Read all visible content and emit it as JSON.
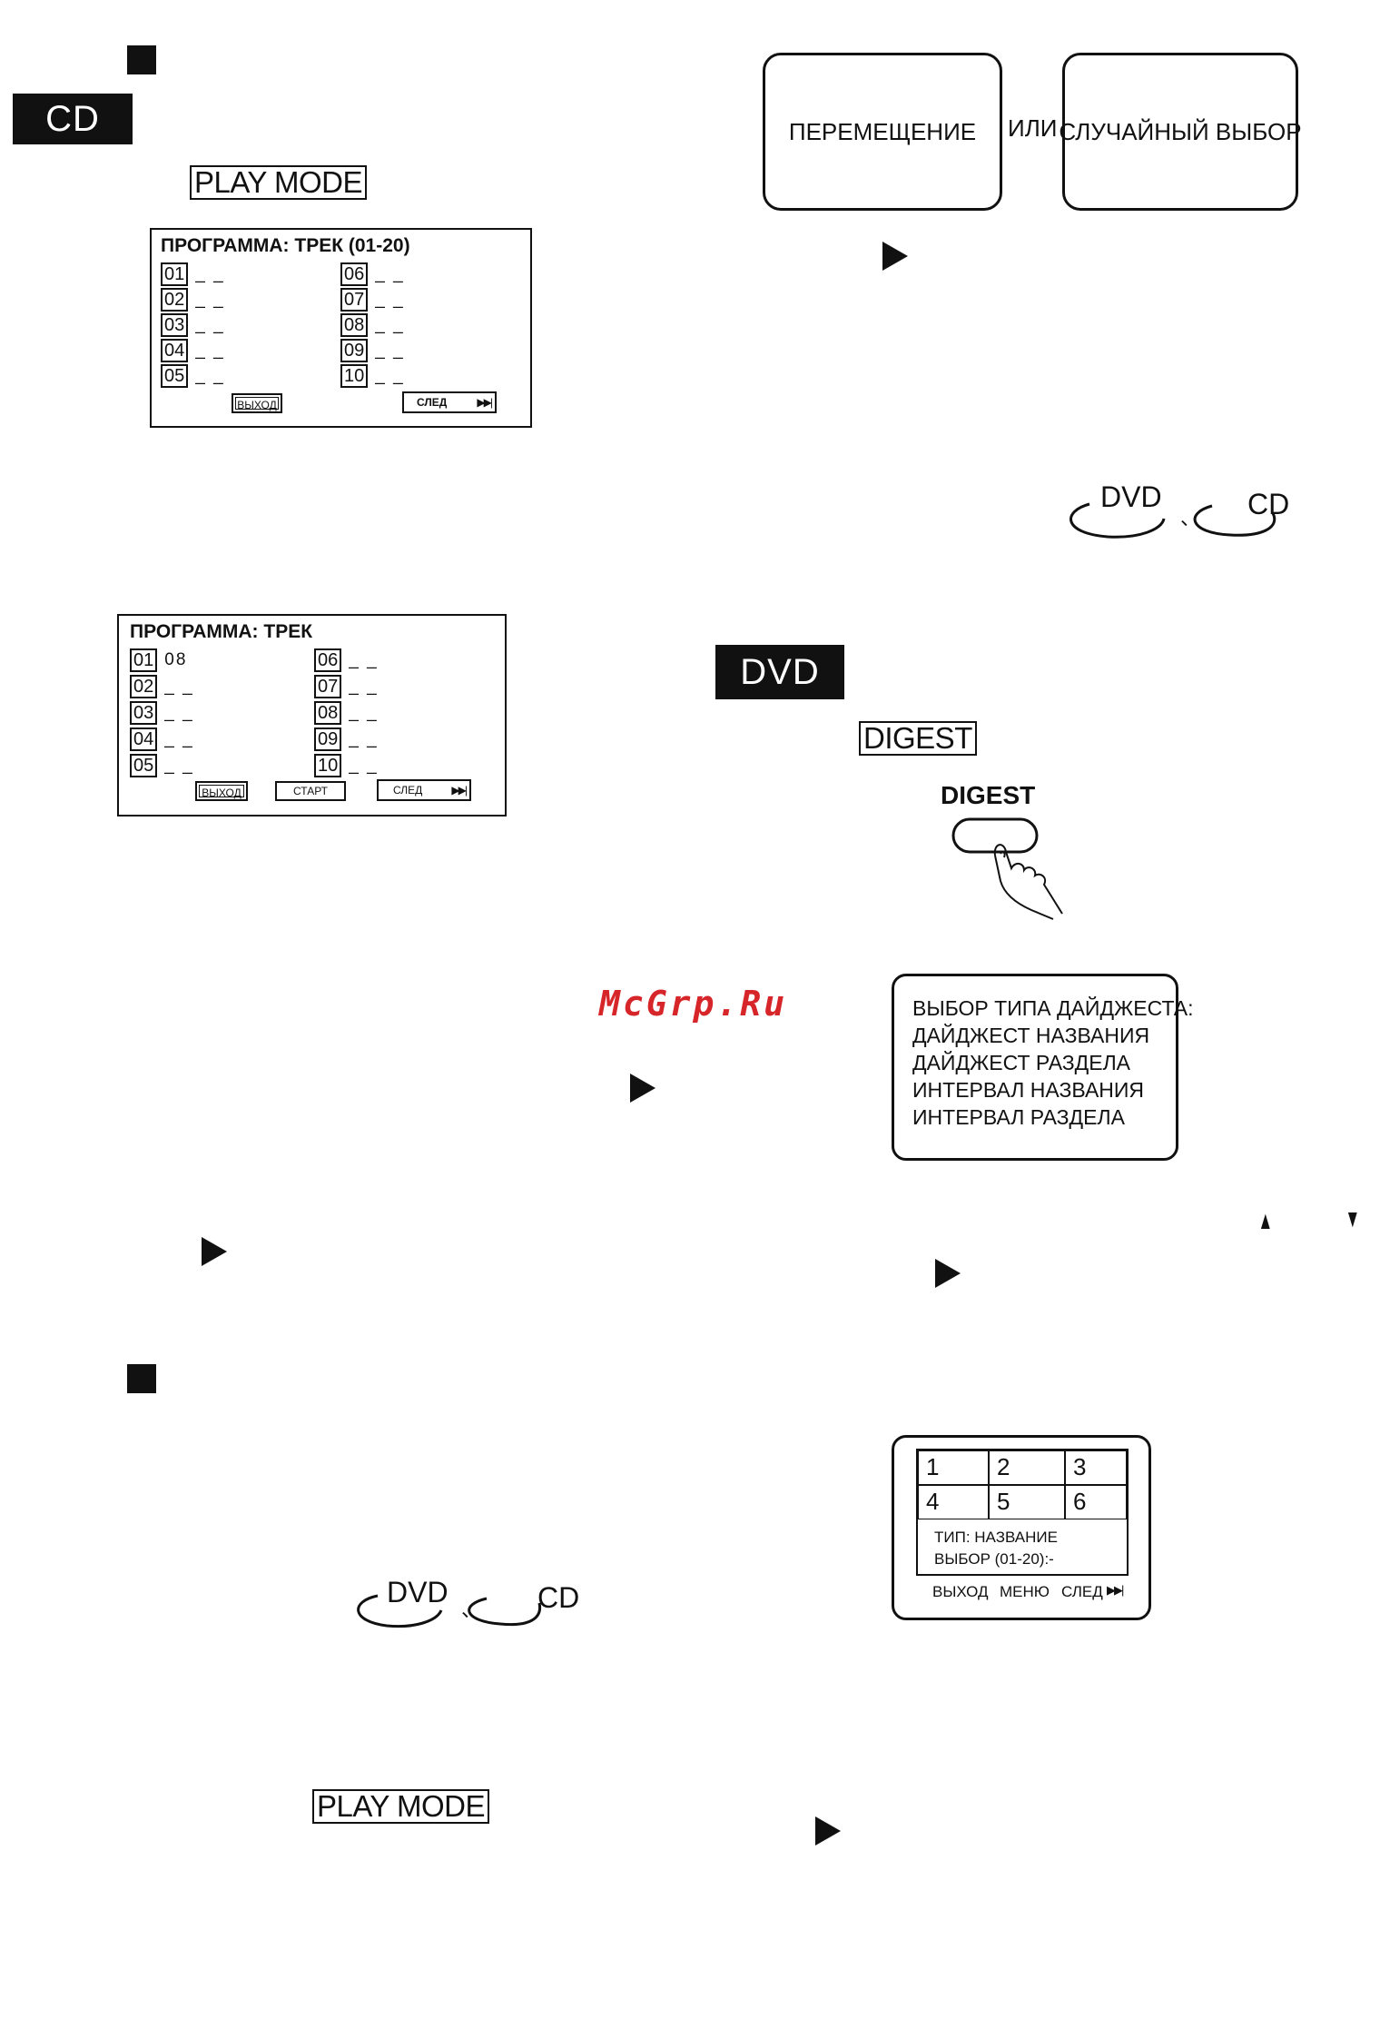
{
  "cd_section": {
    "tag": "CD",
    "play_mode_key": "PLAY MODE",
    "screen1": {
      "title": "ПРОГРАММА: ТРЕК (01-20)",
      "slots": [
        {
          "num": "01",
          "val": "_ _"
        },
        {
          "num": "02",
          "val": "_ _"
        },
        {
          "num": "03",
          "val": "_ _"
        },
        {
          "num": "04",
          "val": "_ _"
        },
        {
          "num": "05",
          "val": "_ _"
        },
        {
          "num": "06",
          "val": "_ _"
        },
        {
          "num": "07",
          "val": "_ _"
        },
        {
          "num": "08",
          "val": "_ _"
        },
        {
          "num": "09",
          "val": "_ _"
        },
        {
          "num": "10",
          "val": "_ _"
        }
      ],
      "exit_label": "ВЫХОД",
      "next_label": "СЛЕД",
      "next_icon": "▶▶|"
    },
    "screen2": {
      "title": "ПРОГРАММА: ТРЕК",
      "slots": [
        {
          "num": "01",
          "val": "08"
        },
        {
          "num": "02",
          "val": "_ _"
        },
        {
          "num": "03",
          "val": "_ _"
        },
        {
          "num": "04",
          "val": "_ _"
        },
        {
          "num": "05",
          "val": "_ _"
        },
        {
          "num": "06",
          "val": "_ _"
        },
        {
          "num": "07",
          "val": "_ _"
        },
        {
          "num": "08",
          "val": "_ _"
        },
        {
          "num": "09",
          "val": "_ _"
        },
        {
          "num": "10",
          "val": "_ _"
        }
      ],
      "exit_label": "ВЫХОД",
      "start_label": "СТАРТ",
      "next_label": "СЛЕД",
      "next_icon": "▶▶|"
    }
  },
  "watermark": "McGrp.Ru",
  "disc_bottom": {
    "dvd": "DVD",
    "sep": "、",
    "cd": "CD"
  },
  "play_mode_key_2": "PLAY MODE",
  "mode_choice": {
    "shuffle": "ПЕРЕМЕЩЕНИЕ",
    "or": "ИЛИ",
    "random": "СЛУЧАЙНЫЙ ВЫБОР"
  },
  "disc_top": {
    "dvd": "DVD",
    "sep": "、",
    "cd": "CD"
  },
  "dvd_section": {
    "tag": "DVD",
    "digest_key": "DIGEST",
    "remote_button_label": "DIGEST",
    "digest_menu": [
      "ВЫБОР ТИПА ДАЙДЖЕСТА:",
      "ДАЙДЖЕСТ НАЗВАНИЯ",
      "ДАЙДЖЕСТ РАЗДЕЛА",
      "ИНТЕРВАЛ НАЗВАНИЯ",
      "ИНТЕРВАЛ РАЗДЕЛА"
    ],
    "nav_up": "▲",
    "nav_down": "▼",
    "thumb_grid": {
      "cells": [
        "1",
        "2",
        "3",
        "4",
        "5",
        "6"
      ],
      "type_line": "ТИП:  НАЗВАНИЕ",
      "select_line": "ВЫБОР (01-20):-",
      "exit_label": "ВЫХОД",
      "menu_label": "МЕНЮ",
      "next_label": "СЛЕД",
      "next_icon": "▶▶|"
    }
  }
}
